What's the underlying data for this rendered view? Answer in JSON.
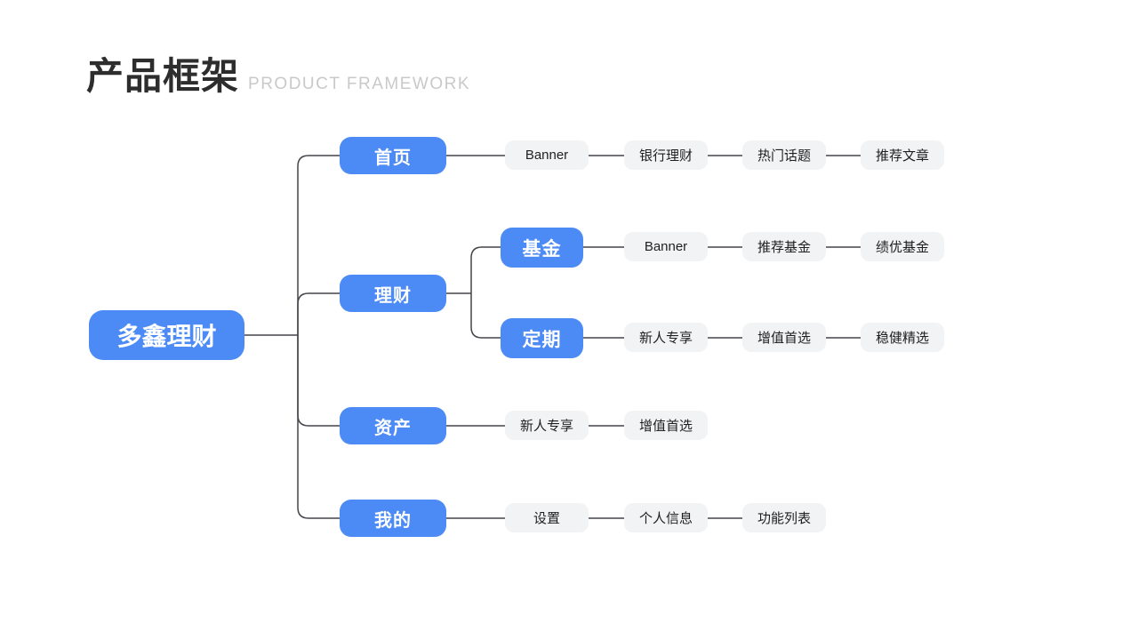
{
  "header": {
    "title": "产品框架",
    "subtitle": "PRODUCT FRAMEWORK"
  },
  "colors": {
    "background": "#ffffff",
    "node_blue": "#4c8bf5",
    "node_text": "#ffffff",
    "pill_background": "#f2f3f5",
    "pill_text": "#1f1f1f",
    "connector_line": "#44444a",
    "title_text": "#2d2d2d",
    "subtitle_text": "#c9c9c9"
  },
  "tree": {
    "root": {
      "label": "多鑫理财"
    },
    "branches": [
      {
        "label": "首页",
        "children": [
          "Banner",
          "银行理财",
          "热门话题",
          "推荐文章"
        ]
      },
      {
        "label": "理财",
        "children": [],
        "subbranches": [
          {
            "label": "基金",
            "children": [
              "Banner",
              "推荐基金",
              "绩优基金"
            ]
          },
          {
            "label": "定期",
            "children": [
              "新人专享",
              "增值首选",
              "稳健精选"
            ]
          }
        ]
      },
      {
        "label": "资产",
        "children": [
          "新人专享",
          "增值首选"
        ]
      },
      {
        "label": "我的",
        "children": [
          "设置",
          "个人信息",
          "功能列表"
        ]
      }
    ]
  }
}
